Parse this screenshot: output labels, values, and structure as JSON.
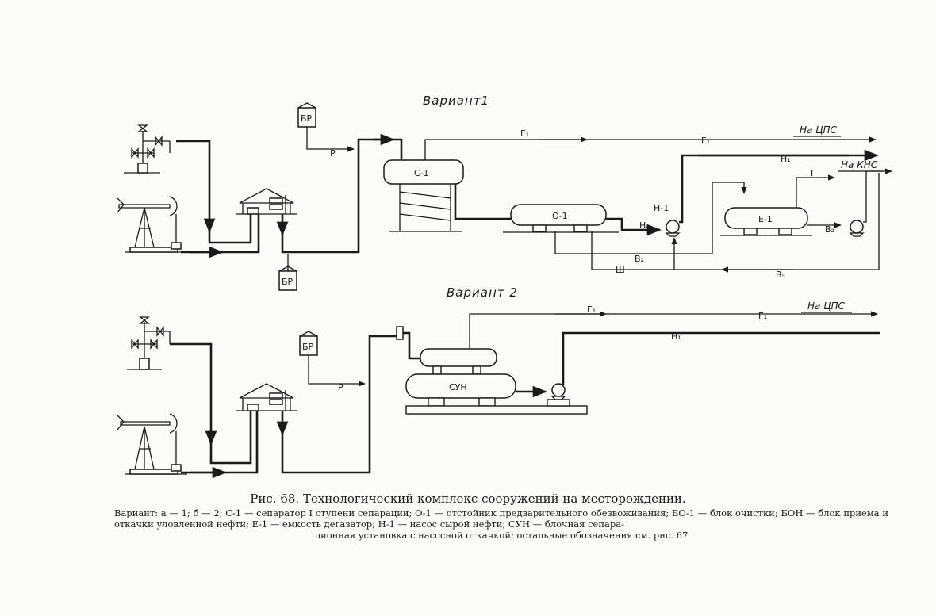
{
  "diagram": {
    "variant1_title": "Вариант1",
    "variant2_title": "Вариант 2",
    "labels": {
      "br": "БР",
      "p": "Р",
      "c1": "С-1",
      "o1": "О-1",
      "n1": "Н-1",
      "e1": "Е-1",
      "syn": "СУН",
      "g1": "Г₁",
      "g": "Г",
      "h1": "Н₁",
      "h4": "Н₄",
      "v2": "В₂",
      "v5": "В₅",
      "sh": "Ш",
      "to_cps": "На ЦПС",
      "to_kns": "На КНС"
    }
  },
  "caption": {
    "title": "Рис. 68. Технологический комплекс сооружений на месторождении.",
    "line1": "Вариант: а — 1; б — 2; С-1 — сепаратор I ступени сепарации; О-1 — отстойник предварительного обезвоживания; БО-1 — блок очистки;",
    "line2": "БОН — блок приема и откачки уловленной нефти; Е-1 — емкость дегазатор; Н-1 — насос сырой нефти; СУН — блочная сепара-",
    "line3": "ционная установка с насосной откачкой; остальные обозначения см. рис. 67"
  }
}
